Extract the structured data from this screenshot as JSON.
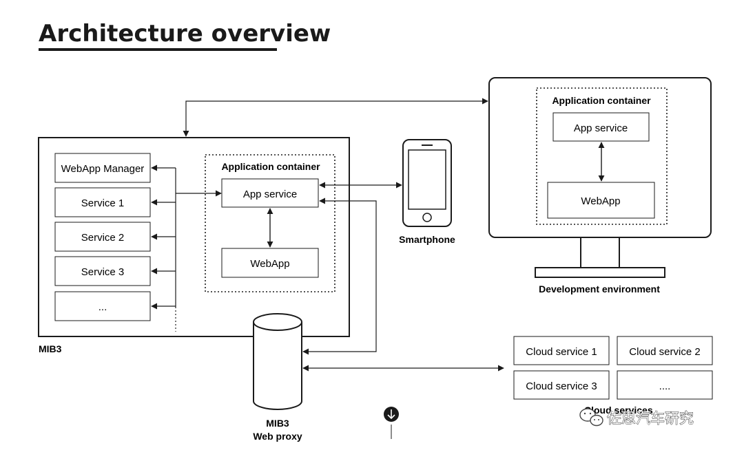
{
  "header": {
    "title": "Architecture overview"
  },
  "mib3": {
    "label": "MIB3",
    "services": [
      "WebApp Manager",
      "Service 1",
      "Service 2",
      "Service 3",
      "..."
    ],
    "app_container": {
      "label": "Application container",
      "app_service": "App service",
      "webapp": "WebApp"
    }
  },
  "smartphone": {
    "label": "Smartphone"
  },
  "dev_env": {
    "label": "Development environment",
    "app_container": {
      "label": "Application container",
      "app_service": "App service",
      "webapp": "WebApp"
    }
  },
  "web_proxy": {
    "label_line1": "MIB3",
    "label_line2": "Web proxy"
  },
  "cloud": {
    "label": "Cloud services",
    "items": [
      "Cloud service 1",
      "Cloud service 2",
      "Cloud service 3",
      "...."
    ]
  },
  "watermark": {
    "text": "佐思汽车研究"
  },
  "colors": {
    "ink": "#1a1a1a",
    "background": "#ffffff"
  },
  "icons": [
    "down-arrow-circle-icon",
    "wechat-icon"
  ]
}
